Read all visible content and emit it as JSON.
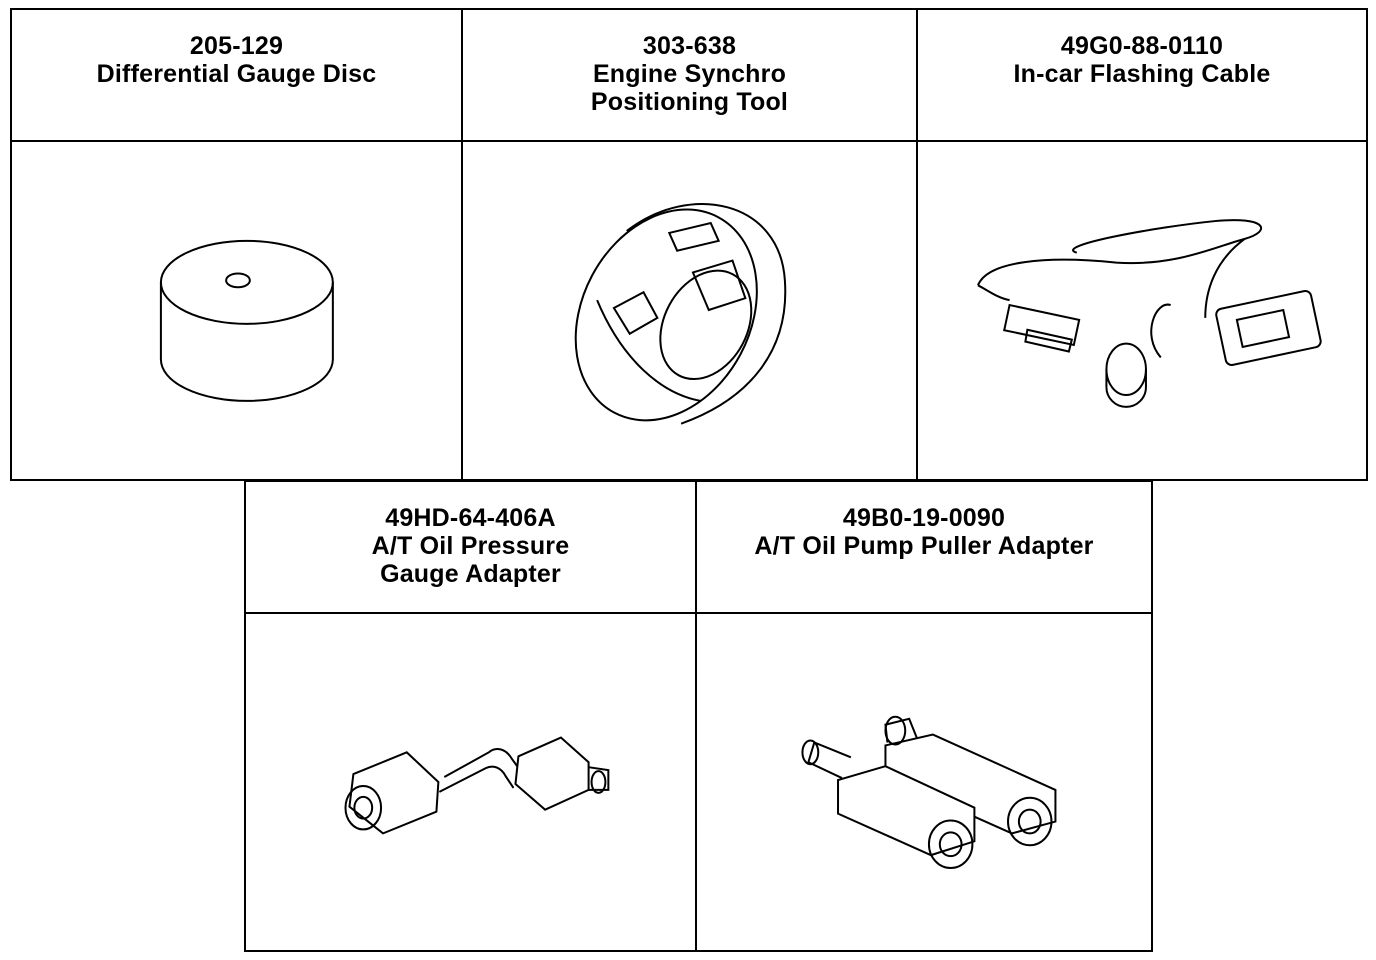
{
  "tools": [
    {
      "number": "205-129",
      "name_lines": [
        "Differential Gauge Disc"
      ],
      "icon": "gauge-disc-icon"
    },
    {
      "number": "303-638",
      "name_lines": [
        "Engine Synchro",
        "Positioning Tool"
      ],
      "icon": "synchro-positioning-tool-icon"
    },
    {
      "number": "49G0-88-0110",
      "name_lines": [
        "In-car Flashing Cable"
      ],
      "icon": "flashing-cable-icon"
    },
    {
      "number": "49HD-64-406A",
      "name_lines": [
        "A/T Oil Pressure",
        "Gauge Adapter"
      ],
      "icon": "oil-pressure-adapter-icon"
    },
    {
      "number": "49B0-19-0090",
      "name_lines": [
        "A/T Oil Pump Puller Adapter"
      ],
      "icon": "oil-pump-puller-adapter-icon"
    }
  ]
}
